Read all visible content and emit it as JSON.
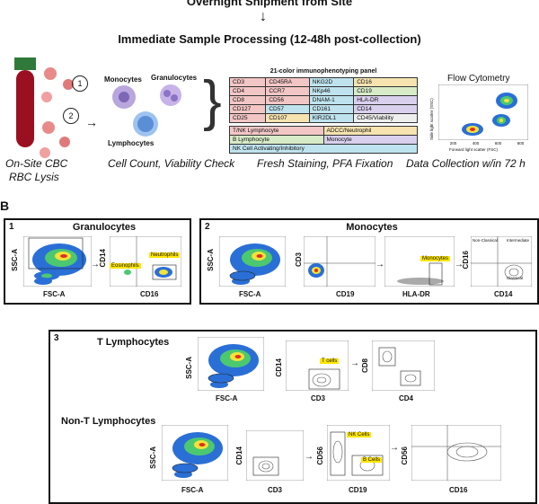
{
  "header": {
    "top_title": "Overnight Shipment from Site",
    "processing_title": "Immediate Sample Processing (12-48h post-collection)"
  },
  "stage_labels": {
    "cbc": "On-Site CBC",
    "rbc": "RBC Lysis",
    "count": "Cell Count, Viability Check",
    "staining": "Fresh Staining, PFA Fixation",
    "collection": "Data Collection w/in 72 h"
  },
  "cells": {
    "monocytes": "Monocytes",
    "granulocytes": "Granulocytes",
    "lymphocytes": "Lymphocytes"
  },
  "steps": [
    "1",
    "2"
  ],
  "panel": {
    "title": "21-color immunophenotyping panel",
    "rows": [
      [
        "CD3",
        "CD45RA",
        "NKG2D",
        "CD16"
      ],
      [
        "CD4",
        "CCR7",
        "NKp46",
        "CD19"
      ],
      [
        "CD8",
        "CD56",
        "DNAM-1",
        "HLA-DR"
      ],
      [
        "CD127",
        "CD57",
        "CD161",
        "CD14"
      ],
      [
        "CD25",
        "CD107",
        "KIR2DL1",
        "CD45/Viability"
      ]
    ],
    "func_rows": [
      [
        "T/NK Lymphocyte",
        "ADCC/Neutrophil"
      ],
      [
        "B Lymphocyte",
        "Monocyte"
      ],
      [
        "NK Cell Activating/Inhibitory",
        ""
      ]
    ],
    "colors": {
      "tnk": "#f3c6c6",
      "adcc": "#f6e3b0",
      "blymph": "#d8ebc8",
      "mono": "#d9d0ee",
      "nk": "#bfe3ee"
    }
  },
  "flow": {
    "title": "Flow Cytometry",
    "ylabel": "Side light scatter (SSC)",
    "xlabel": "Forward light scatter (FSC)",
    "xticks": [
      "200",
      "400",
      "600",
      "800"
    ]
  },
  "section_b": {
    "letter": "B"
  },
  "granulocytes": {
    "num": "1",
    "title": "Granulocytes",
    "ssc": "SSC-A",
    "fsc": "FSC-A",
    "cd14": "CD14",
    "cd16": "CD16",
    "neutrophils": "Neutrophils",
    "eosinophils": "Eosinophils"
  },
  "monocytes_panel": {
    "num": "2",
    "title": "Monocytes",
    "ssc": "SSC-A",
    "fsc": "FSC-A",
    "cd3": "CD3",
    "cd19": "CD19",
    "hladr": "HLA-DR",
    "cd16": "CD16",
    "cd14": "CD14",
    "monocytes": "Monocytes",
    "non_classical": "Non-Classical",
    "intermediate": "Intermediate",
    "classical": "Classical"
  },
  "lymph_panel": {
    "num": "3",
    "t_title": "T Lymphocytes",
    "nt_title": "Non-T Lymphocytes",
    "ssc": "SSC-A",
    "fsc": "FSC-A",
    "cd14": "CD14",
    "cd3": "CD3",
    "cd8": "CD8",
    "cd4": "CD4",
    "cd56": "CD56",
    "cd19": "CD19",
    "cd16": "CD16",
    "t_cells": "T cells",
    "nk_cells": "NK Cells",
    "b_cells": "B Cells"
  }
}
